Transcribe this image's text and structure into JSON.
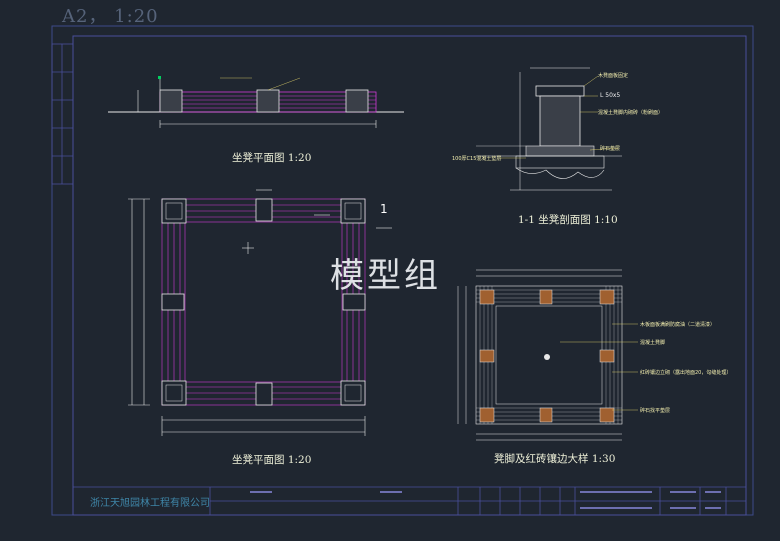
{
  "drawing": {
    "sheet_label": "A2， 1:20",
    "watermark": "模型组",
    "company": "浙江天旭园林工程有限公司",
    "section_marker": "1",
    "views": {
      "plan_small_title": "坐凳平面图  1:20",
      "section_title": "1-1  坐凳剖面图  1:10",
      "plan_large_title": "坐凳平面图  1:20",
      "detail_title": "凳脚及红砖镶边大样  1:30"
    },
    "section_notes": [
      "木凳面板固定",
      "L 50x5",
      "混凝土凳脚内砌砖（粉刷面）",
      "碎石垫层",
      "100厚C15混凝土垫层"
    ],
    "detail_notes": [
      "木板面板满刷防腐油（二道清漆）",
      "混凝土凳脚",
      "红砖镶边立砌（露出地面20，勾缝处理）",
      "碎石找平垫层"
    ],
    "colors": {
      "background": "#1f2630",
      "frame": "#4a4f9a",
      "magenta": "#d23ad8",
      "white_line": "#e8e8e8",
      "yellow": "#f0e070"
    }
  }
}
